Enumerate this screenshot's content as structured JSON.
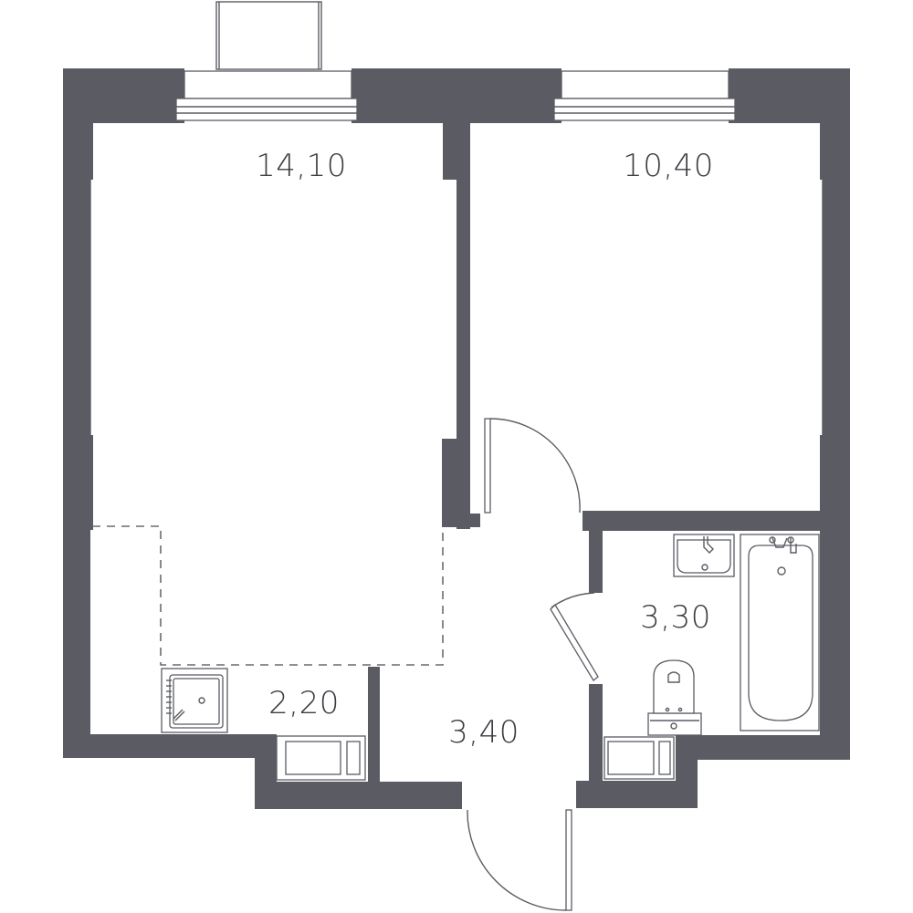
{
  "colors": {
    "wall": "#5b5c63",
    "background": "#ffffff",
    "label": "#3c3d42"
  },
  "rooms": {
    "living_room": {
      "area": "14,10"
    },
    "bedroom": {
      "area": "10,40"
    },
    "bathroom": {
      "area": "3,30"
    },
    "kitchen": {
      "area": "2,20"
    },
    "hallway": {
      "area": "3,40"
    }
  },
  "fixtures": {
    "window_icon": "window-icon",
    "door_icon": "door-swing-icon",
    "sink_icon": "kitchen-sink-icon",
    "washbasin_icon": "washbasin-icon",
    "bathtub_icon": "bathtub-icon",
    "toilet_icon": "toilet-icon",
    "appliance_icon": "appliance-icon"
  }
}
